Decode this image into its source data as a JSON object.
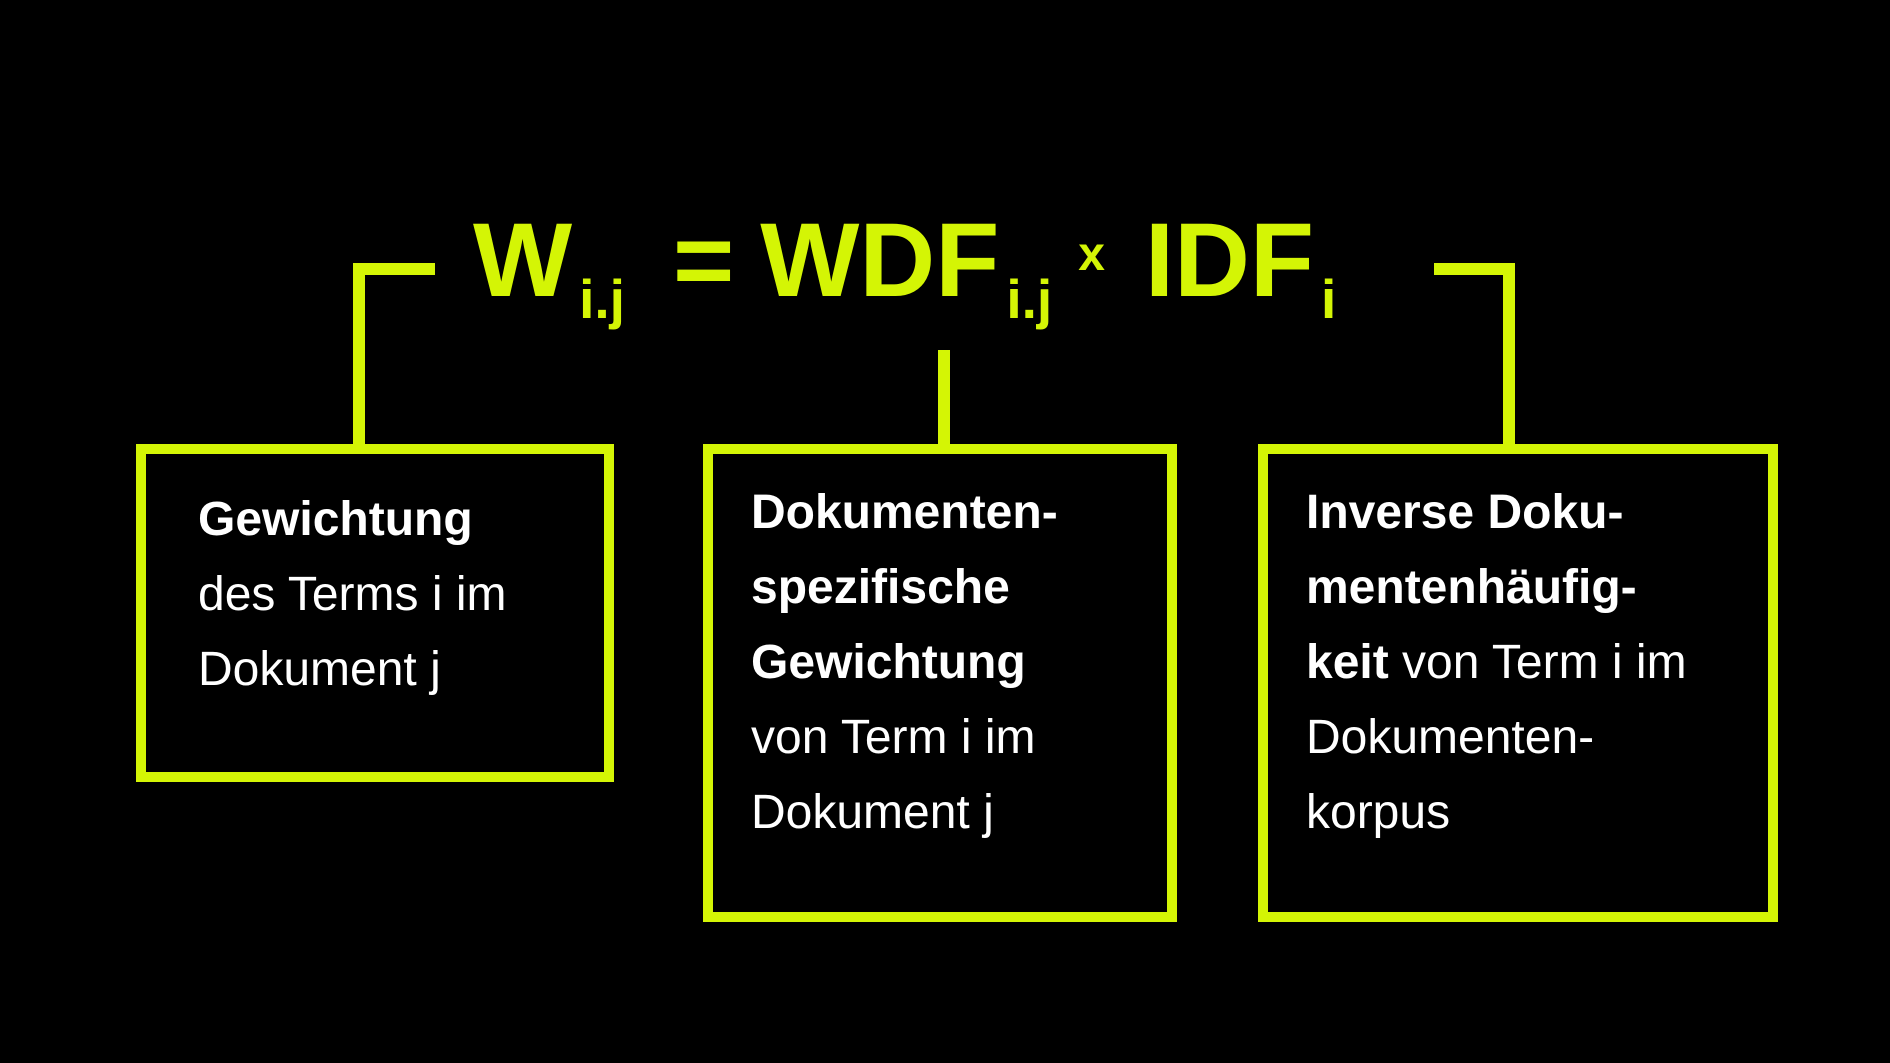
{
  "colors": {
    "background": "#000000",
    "accent": "#d4f505",
    "text": "#ffffff"
  },
  "formula": {
    "w": "W",
    "w_sub": "i.j",
    "equals": "=",
    "wdf": "WDF",
    "wdf_sub": "i.j",
    "times": "x",
    "idf": "IDF",
    "idf_sub": "i"
  },
  "boxes": [
    {
      "name": "w-definition",
      "lines": [
        {
          "segments": [
            {
              "bold": true,
              "text": "Gewichtung"
            }
          ]
        },
        {
          "segments": [
            {
              "bold": false,
              "text": "des Terms i im"
            }
          ]
        },
        {
          "segments": [
            {
              "bold": false,
              "text": "Dokument j"
            }
          ]
        }
      ]
    },
    {
      "name": "wdf-definition",
      "lines": [
        {
          "segments": [
            {
              "bold": true,
              "text": "Dokumenten-"
            }
          ]
        },
        {
          "segments": [
            {
              "bold": true,
              "text": "spezifische"
            }
          ]
        },
        {
          "segments": [
            {
              "bold": true,
              "text": "Gewichtung"
            }
          ]
        },
        {
          "segments": [
            {
              "bold": false,
              "text": "von Term i im"
            }
          ]
        },
        {
          "segments": [
            {
              "bold": false,
              "text": "Dokument j"
            }
          ]
        }
      ]
    },
    {
      "name": "idf-definition",
      "lines": [
        {
          "segments": [
            {
              "bold": true,
              "text": "Inverse Doku-"
            }
          ]
        },
        {
          "segments": [
            {
              "bold": true,
              "text": "mentenhäufig-"
            }
          ]
        },
        {
          "segments": [
            {
              "bold": true,
              "text": "keit"
            },
            {
              "bold": false,
              "text": " von Term i im"
            }
          ]
        },
        {
          "segments": [
            {
              "bold": false,
              "text": "Dokumenten-"
            }
          ]
        },
        {
          "segments": [
            {
              "bold": false,
              "text": "korpus"
            }
          ]
        }
      ]
    }
  ]
}
